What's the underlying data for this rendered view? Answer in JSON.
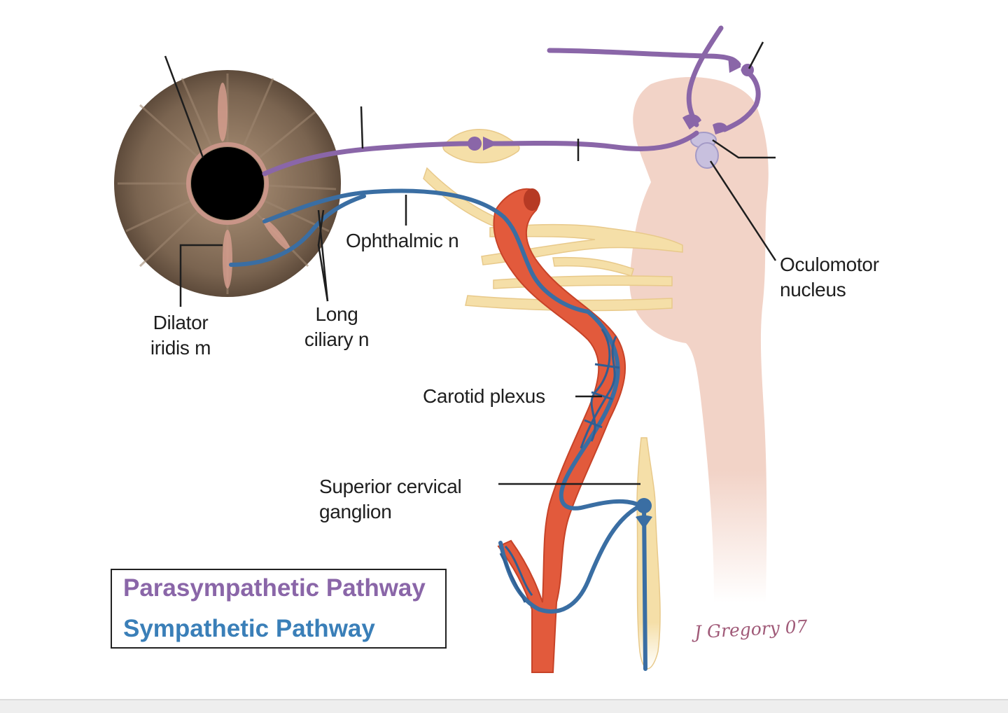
{
  "labels": {
    "ophthalmic_n": "Ophthalmic n",
    "oculomotor_line1": "Oculomotor",
    "oculomotor_line2": "nucleus",
    "dilator_line1": "Dilator",
    "dilator_line2": "iridis m",
    "long_ciliary_line1": "Long",
    "long_ciliary_line2": "ciliary n",
    "carotid_plexus": "Carotid plexus",
    "scg_line1": "Superior cervical",
    "scg_line2": "ganglion"
  },
  "legend": {
    "parasympathetic": "Parasympathetic Pathway",
    "sympathetic": "Sympathetic Pathway"
  },
  "signature": "J Gregory 07",
  "colors": {
    "parasympathetic": "#8a66a8",
    "sympathetic": "#3a6ea3",
    "artery": "#e25a3c",
    "brainstem": "#f2d3c7",
    "nerve": "#f5dfa8",
    "iris": "#7a6450",
    "signature": "#a05a78"
  }
}
